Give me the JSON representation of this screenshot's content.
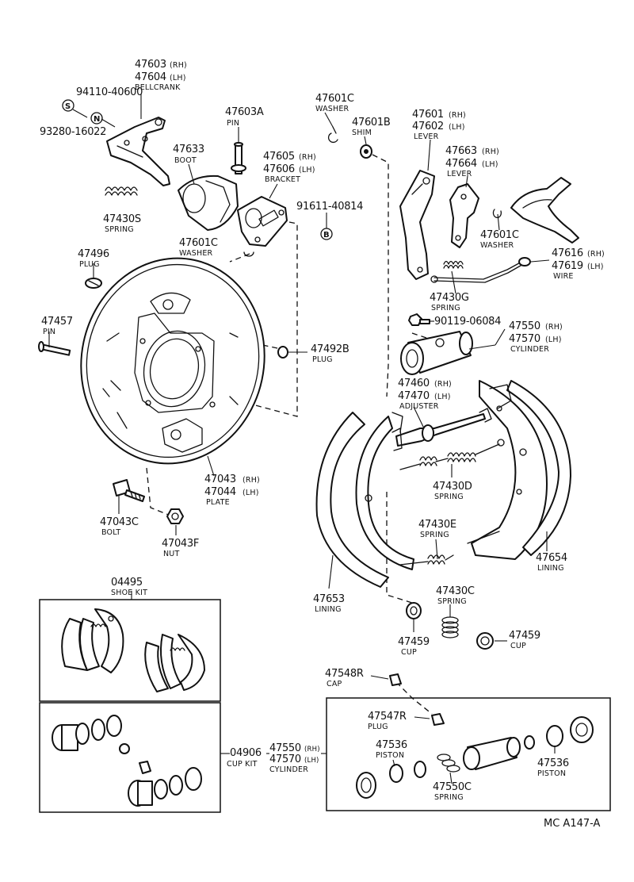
{
  "labels": {
    "p47603": "47603",
    "p47604": "47604",
    "bellcrank": "BELLCRANK",
    "p94110": "94110-40600",
    "p93280": "93280-16022",
    "sym_n": "N",
    "sym_s": "S",
    "p47603a": "47603A",
    "pin": "PIN",
    "p47633": "47633",
    "boot": "BOOT",
    "p47430s": "47430S",
    "spring": "SPRING",
    "p47605": "47605",
    "p47606": "47606",
    "bracket": "BRACKET",
    "p91611": "91611-40814",
    "sym_b": "B",
    "p47601c": "47601C",
    "washer": "WASHER",
    "p47601b": "47601B",
    "shim": "SHIM",
    "p47601": "47601",
    "p47602": "47602",
    "lever": "LEVER",
    "p47663": "47663",
    "p47664": "47664",
    "p47616": "47616",
    "p47619": "47619",
    "wire": "WIRE",
    "p47430g": "47430G",
    "p90119": "90119-06084",
    "p47550": "47550",
    "p47570": "47570",
    "cylinder": "CYLINDER",
    "p47460": "47460",
    "p47470": "47470",
    "adjuster": "ADJUSTER",
    "p47430d": "47430D",
    "p47430e": "47430E",
    "p47430c": "47430C",
    "p47654": "47654",
    "lining": "LINING",
    "p47653": "47653",
    "p47459": "47459",
    "cup": "CUP",
    "p47496": "47496",
    "plug": "PLUG",
    "p47457": "47457",
    "p47492b": "47492B",
    "p47043": "47043",
    "p47044": "47044",
    "plate": "PLATE",
    "p47043c": "47043C",
    "bolt": "BOLT",
    "p47043f": "47043F",
    "nut": "NUT",
    "p04495": "04495",
    "shoe_kit": "SHOE KIT",
    "p04906": "04906",
    "cup_kit": "CUP KIT",
    "p47548r": "47548R",
    "cap": "CAP",
    "p47547r": "47547R",
    "p47536": "47536",
    "piston": "PISTON",
    "p47550c": "47550C",
    "rh": "(RH)",
    "lh": "(LH)",
    "footer": "MC  A147-A"
  }
}
